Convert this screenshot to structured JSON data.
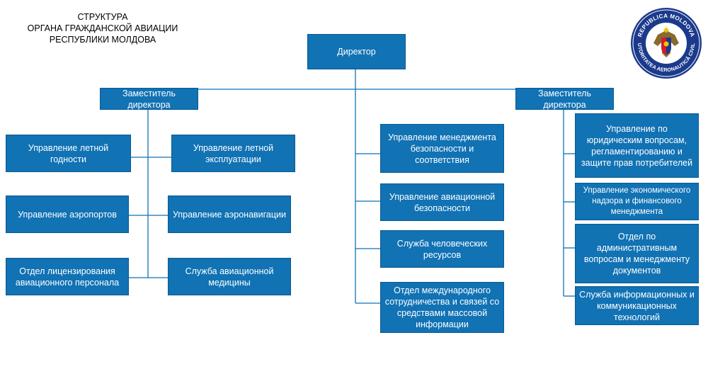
{
  "title": {
    "line1": "СТРУКТУРА",
    "line2": "ОРГАНА ГРАЖДАНСКОЙ АВИАЦИИ",
    "line3": "РЕСПУБЛИКИ МОЛДОВА"
  },
  "logo": {
    "top_text": "REPUBLICA MOLDOVA",
    "bottom_text": "AUTORITATEA AERONAUTICĂ CIVILĂ",
    "icon": "coat-of-arms-icon"
  },
  "director": "Директор",
  "deputy_left": "Заместитель директора",
  "deputy_right": "Заместитель директора",
  "left_units": {
    "airworthiness": "Управление летной годности",
    "flight_ops": "Управление летной эксплуатации",
    "airports": "Управление аэропортов",
    "air_navigation": "Управление аэронавигации",
    "licensing": "Отдел лицензирования авиационного персонала",
    "aviation_medicine": "Служба авиационной медицины"
  },
  "center_units": {
    "safety_management": "Управление менеджмента безопасности и соответствия",
    "aviation_security": "Управление авиационной безопасности",
    "hr": "Служба человеческих ресурсов",
    "international": "Отдел международного сотрудничества и связей со средствами массовой информации"
  },
  "right_units": {
    "legal": "Управление по юридическим вопросам, регламентированию и защите прав потребителей",
    "economic": "Управление экономического надзора и финансового менеджмента",
    "administrative": "Отдел по административным вопросам и менеджменту документов",
    "ict": "Служба информационных и коммуникационных технологий"
  },
  "colors": {
    "box_fill": "#1172b4",
    "box_text": "#ffffff",
    "line": "#1172b4"
  }
}
